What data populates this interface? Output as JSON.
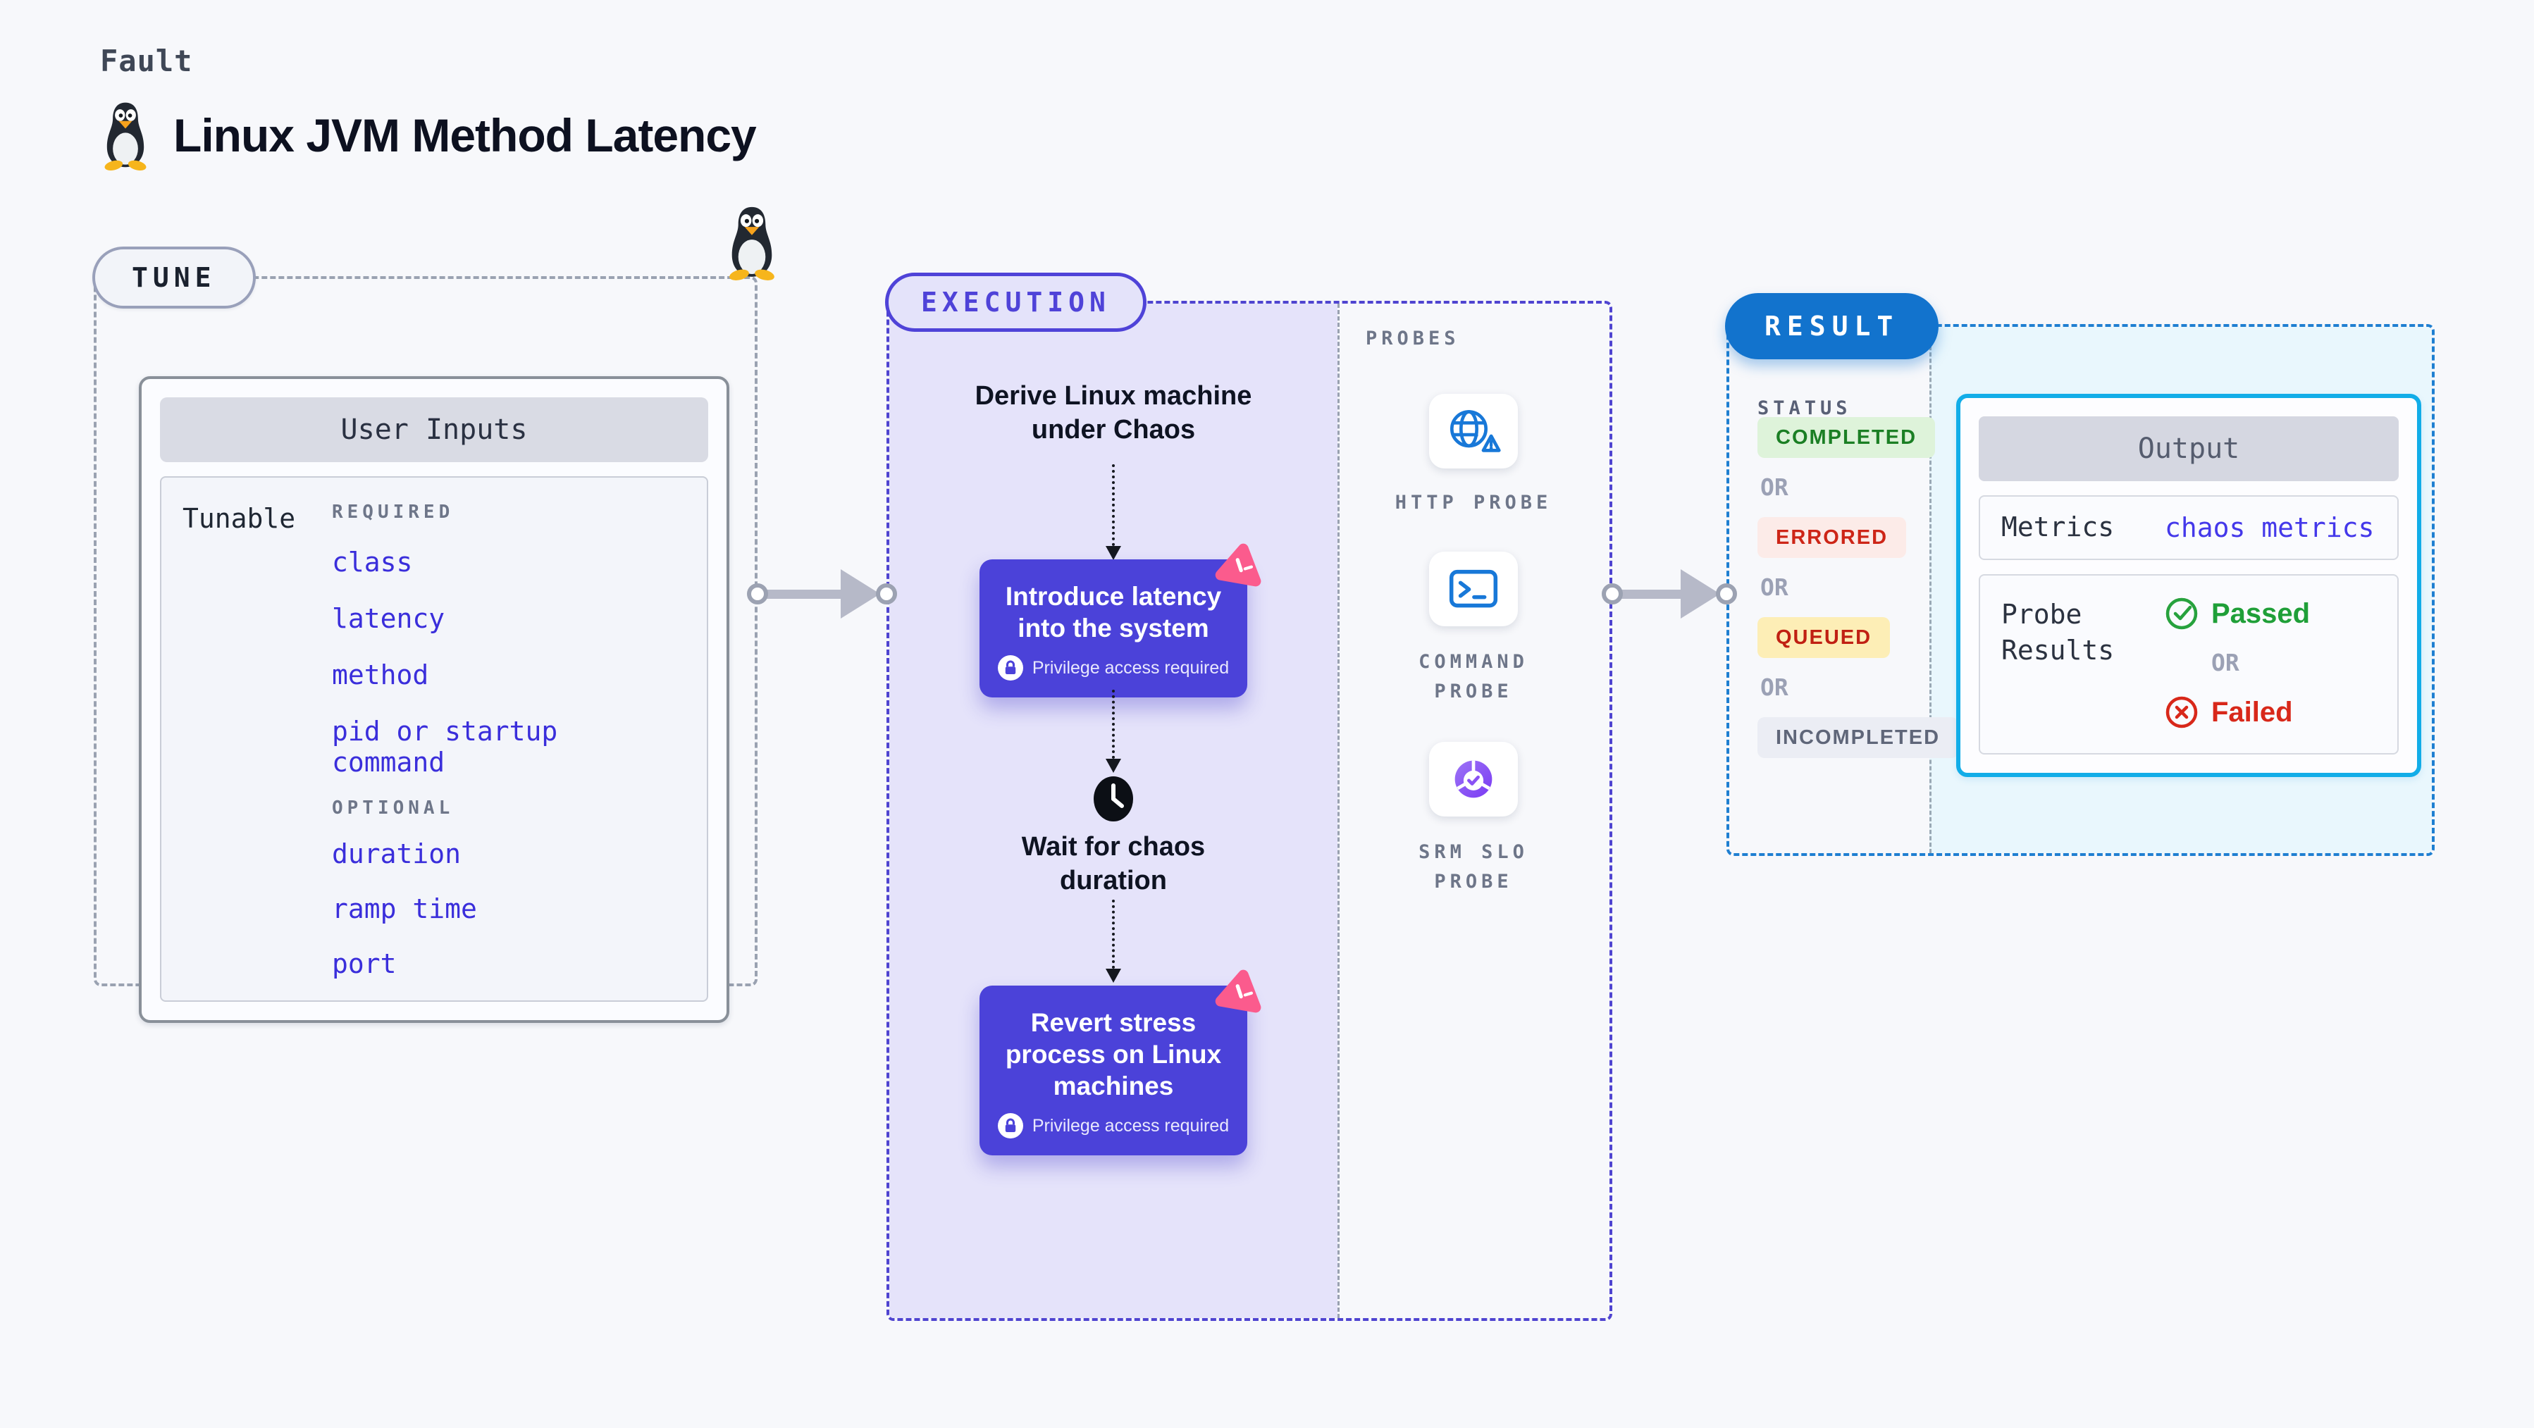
{
  "header": {
    "kicker": "Fault",
    "title": "Linux JVM Method Latency"
  },
  "tune": {
    "badge": "TUNE",
    "card_title": "User Inputs",
    "row_label": "Tunable",
    "required_label": "REQUIRED",
    "required_items": [
      "class",
      "latency",
      "method",
      "pid or startup command"
    ],
    "optional_label": "OPTIONAL",
    "optional_items": [
      "duration",
      "ramp time",
      "port"
    ]
  },
  "execution": {
    "badge": "EXECUTION",
    "step_derive": "Derive Linux machine under Chaos",
    "box_introduce": "Introduce latency into the system",
    "privilege_note": "Privilege access required",
    "step_wait": "Wait for chaos duration",
    "box_revert": "Revert stress process on Linux machines"
  },
  "probes": {
    "title": "PROBES",
    "items": [
      {
        "line1": "HTTP PROBE",
        "line2": "",
        "icon": "globe-alert-icon"
      },
      {
        "line1": "COMMAND",
        "line2": "PROBE",
        "icon": "terminal-icon"
      },
      {
        "line1": "SRM SLO",
        "line2": "PROBE",
        "icon": "slo-donut-icon"
      }
    ]
  },
  "result": {
    "badge": "RESULT",
    "status_label": "STATUS",
    "or_label": "OR",
    "statuses": [
      "COMPLETED",
      "ERRORED",
      "QUEUED",
      "INCOMPLETED"
    ],
    "output": {
      "title": "Output",
      "metrics_label": "Metrics",
      "metrics_value": "chaos metrics",
      "probe_label": "Probe Results",
      "passed": "Passed",
      "or_label": "OR",
      "failed": "Failed"
    }
  },
  "colors": {
    "page_bg": "#f7f8fb",
    "indigo_accent": "#4b42d9",
    "indigo_text": "#3a2edb",
    "lavender_fill": "#e5e3fa",
    "pink_ribbon": "#fb5b8d",
    "result_blue": "#1273cd",
    "cyan_fill": "#e9f7fd",
    "cyan_border": "#12ade8",
    "probe_blue": "#1878d8",
    "slo_purple": "#7a3af3",
    "green_passed": "#1f9f38",
    "red_failed": "#d8281a",
    "completed_bg": "#def3da",
    "errored_bg": "#fcebe8",
    "queued_bg": "#fdeeb6",
    "incompleted_bg": "#ebedf4"
  }
}
